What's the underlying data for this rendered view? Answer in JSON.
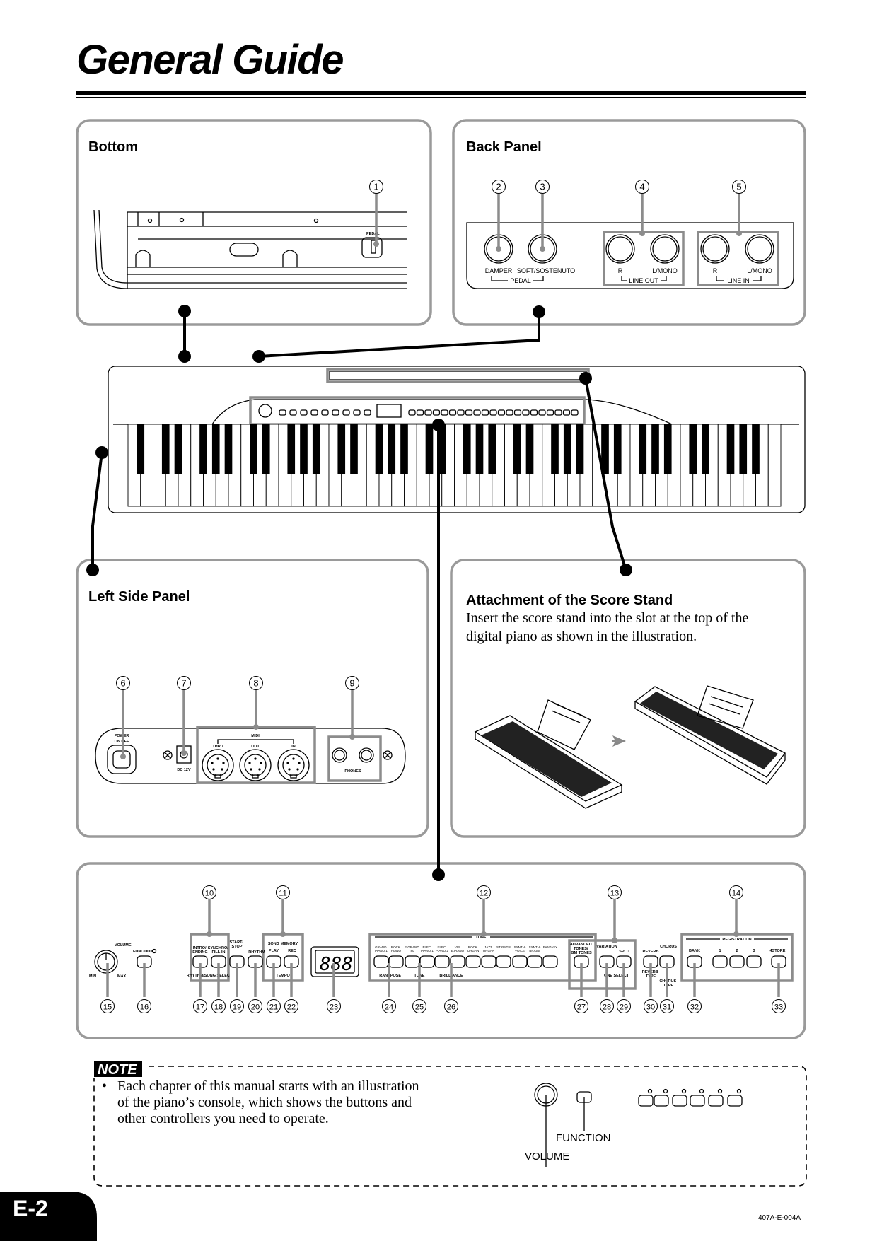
{
  "page": {
    "title": "General Guide",
    "page_number": "E-2",
    "doc_code": "407A-E-004A"
  },
  "panels": {
    "bottom": {
      "title": "Bottom",
      "pedal_label": "PEDAL"
    },
    "back": {
      "title": "Back Panel",
      "labels": {
        "damper": "DAMPER",
        "soft": "SOFT/SOSTENUTO",
        "pedal": "PEDAL",
        "r1": "R",
        "lmono1": "L/MONO",
        "line_out": "LINE OUT",
        "r2": "R",
        "lmono2": "L/MONO",
        "line_in": "LINE IN"
      }
    },
    "left_side": {
      "title": "Left Side Panel",
      "labels": {
        "power": "POWER",
        "on_off": "ON   OFF",
        "dc": "DC 12V",
        "midi": "MIDI",
        "thru": "THRU",
        "out": "OUT",
        "in": "IN",
        "phones": "PHONES"
      }
    },
    "score_stand": {
      "title": "Attachment of the Score Stand",
      "text_lines": [
        "Insert the score stand into the slot at the top of the",
        "digital piano as shown in the illustration."
      ]
    },
    "console": {
      "display": "888",
      "labels": {
        "volume": "VOLUME",
        "min": "MIN",
        "max": "MAX",
        "function": "FUNCTION",
        "intro": "INTRO/ ENDING",
        "synchro": "SYNCHRO/ FILL-IN",
        "start": "START/ STOP",
        "rhythm": "RHYTHM",
        "song_memory": "SONG MEMORY",
        "play": "PLAY",
        "rec": "REC",
        "tempo": "TEMPO",
        "rhythm_song_select": "RHYTHM/SONG SELECT",
        "tone": "TONE",
        "transpose": "TRANSPOSE",
        "tune": "TUNE",
        "brilliance": "BRILLIANCE",
        "advanced": "ADVANCED TONES/ GM TONES",
        "variation": "VARIATION",
        "split": "SPLIT",
        "tone_select": "TONE SELECT",
        "reverb": "REVERB",
        "chorus": "CHORUS",
        "reverb_type": "REVERB TYPE",
        "chorus_type": "CHORUS TYPE",
        "registration": "REGISTRATION",
        "bank": "BANK",
        "store": "STORE"
      },
      "tones": [
        "GRAND PIANO 1",
        "ROCK PIANO",
        "E.GRAND 80",
        "ELEC PIANO 1",
        "ELEC PIANO 2",
        "VIB E.PIANO",
        "ROCK ORGAN",
        "JAZZ ORGAN",
        "STRINGS",
        "SYNTH-VOICE",
        "SYNTH-BRASS",
        "FANTASY"
      ],
      "registration_numbers": [
        "1",
        "2",
        "3",
        "4"
      ]
    }
  },
  "callouts": [
    "1",
    "2",
    "3",
    "4",
    "5",
    "6",
    "7",
    "8",
    "9",
    "10",
    "11",
    "12",
    "13",
    "14",
    "15",
    "16",
    "17",
    "18",
    "19",
    "20",
    "21",
    "22",
    "23",
    "24",
    "25",
    "26",
    "27",
    "28",
    "29",
    "30",
    "31",
    "32",
    "33"
  ],
  "note": {
    "label": "NOTE",
    "bullet": "•",
    "lines": [
      "Each chapter of this manual starts with an illustration",
      "of the piano’s console, which shows the buttons and",
      "other controllers you need to operate."
    ],
    "function_label": "FUNCTION",
    "volume_label": "VOLUME"
  },
  "colors": {
    "panel_border": "#9a9a9a",
    "ink": "#000000"
  }
}
